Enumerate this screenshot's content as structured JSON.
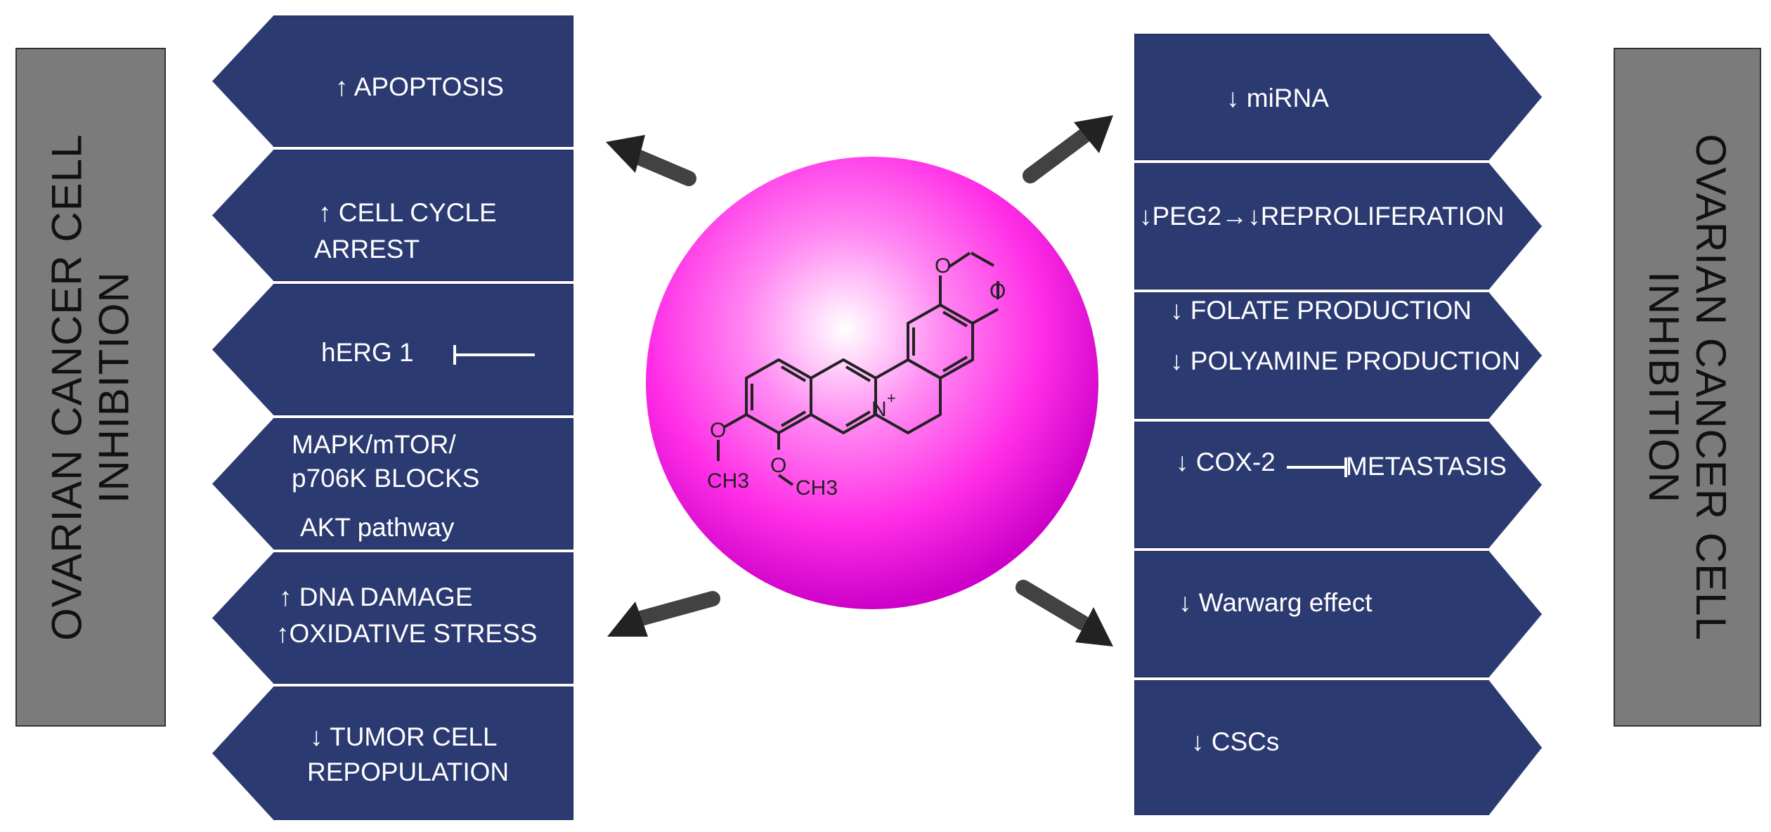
{
  "side_label": {
    "line1": "OVARIAN CANCER CELL",
    "line2": "INHIBITION"
  },
  "left_boxes": [
    {
      "lines": [
        "↑ APOPTOSIS"
      ]
    },
    {
      "lines": [
        "↑ CELL CYCLE",
        "ARREST"
      ]
    },
    {
      "lines": [
        "hERG 1"
      ]
    },
    {
      "lines": [
        "MAPK/mTOR/",
        "p706K BLOCKS",
        "AKT pathway"
      ]
    },
    {
      "lines": [
        "↑ DNA DAMAGE",
        "↑OXIDATIVE STRESS"
      ]
    },
    {
      "lines": [
        "↓ TUMOR CELL",
        "REPOPULATION"
      ]
    }
  ],
  "right_boxes": [
    {
      "lines": [
        "↓ miRNA"
      ]
    },
    {
      "lines": [
        "↓PEG2→↓REPROLIFERATION"
      ]
    },
    {
      "lines": [
        "↓ FOLATE PRODUCTION",
        "↓  POLYAMINE PRODUCTION"
      ]
    },
    {
      "lines": [
        "↓ COX-2",
        "METASTASIS"
      ]
    },
    {
      "lines": [
        "↓ Warwarg effect"
      ]
    },
    {
      "lines": [
        "↓ CSCs"
      ]
    }
  ],
  "molecule": {
    "charge": "+",
    "methyl_1": "CH3",
    "methyl_2": "CH3",
    "oxygen": "O"
  },
  "colors": {
    "box_fill": "#2c3a72",
    "side_bar": "#7b7b7b",
    "sphere_core": "#ff4be8",
    "sphere_edge": "#d400cf",
    "arrow": "#222222"
  }
}
